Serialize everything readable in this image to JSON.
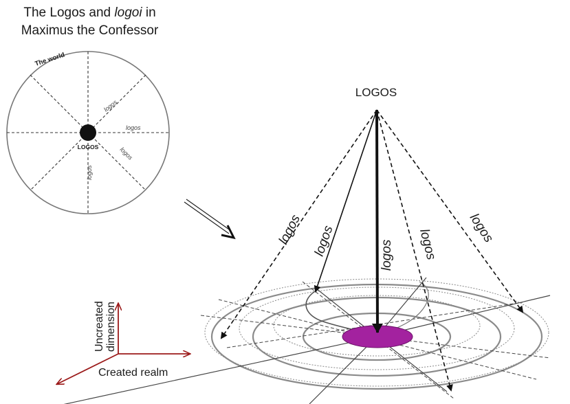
{
  "title": {
    "line1_prefix": "The Logos and ",
    "line1_italic": "logoi",
    "line1_suffix": " in",
    "line2": "Maximus the Confessor"
  },
  "small_diagram": {
    "world_label": "The world",
    "center_label": "LOGOS",
    "spoke_labels": [
      "logos",
      "logos",
      "logos",
      "logos"
    ]
  },
  "large_diagram": {
    "top_label": "LOGOS",
    "line_labels": [
      "logos",
      "logos",
      "logos",
      "logos",
      "logos"
    ]
  },
  "axes": {
    "vertical_label": [
      "Uncreated",
      "dimension"
    ],
    "horizontal_label": "Created realm"
  },
  "colors": {
    "center_fill": "#a3229f",
    "axis_color": "#9b1a1a",
    "circle_stroke": "#7a7a7a"
  }
}
